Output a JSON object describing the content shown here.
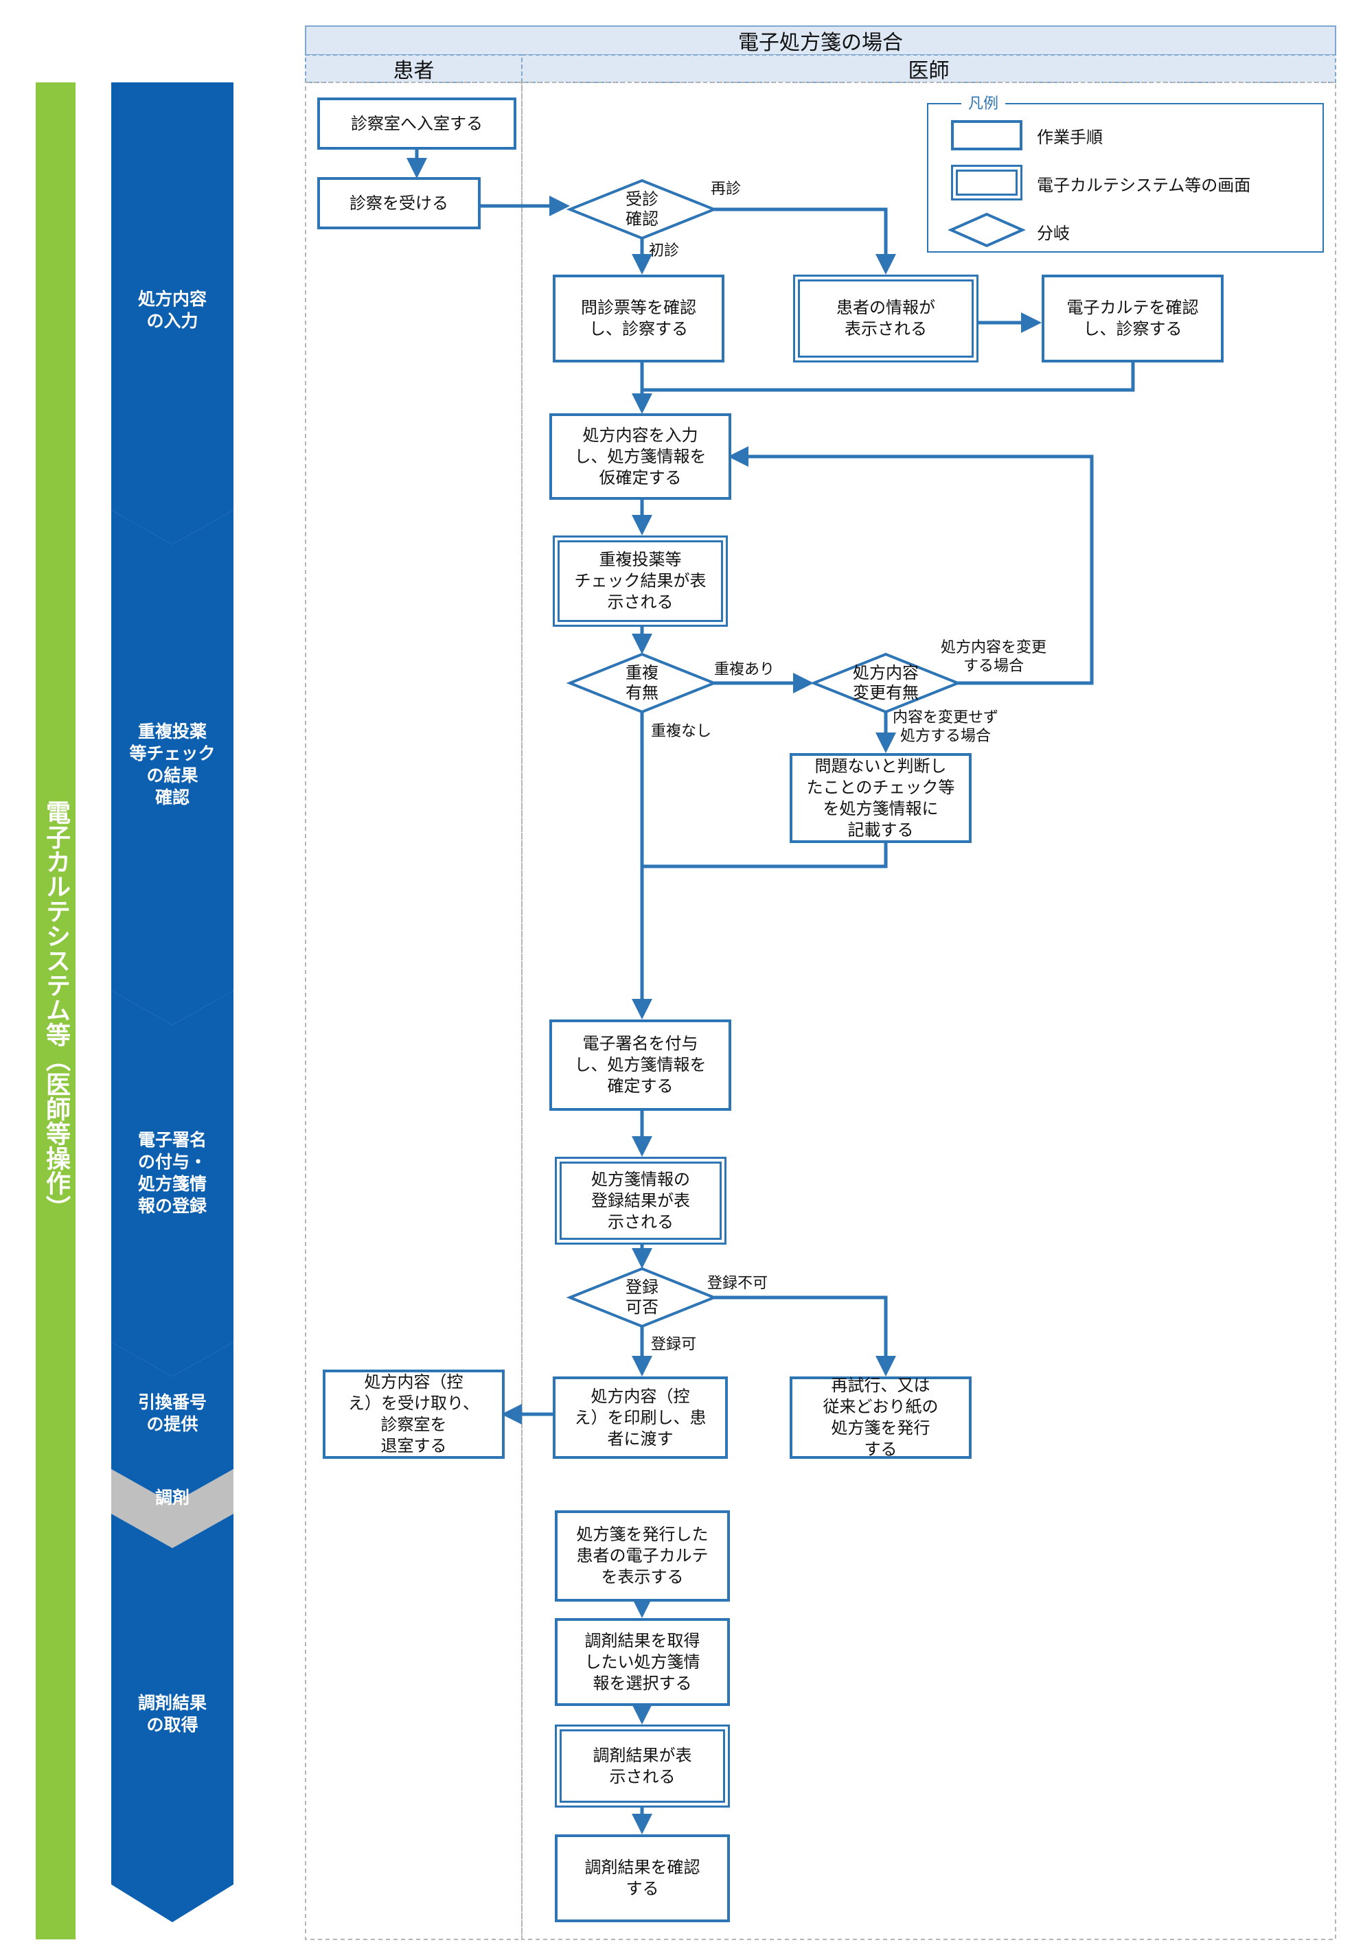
{
  "header": {
    "title": "電子処方箋の場合",
    "lane_patient": "患者",
    "lane_doctor": "医師"
  },
  "system_label": "電子カルテシステム等（医師等操作）",
  "phases": [
    "処方内容\nの入力",
    "重複投薬\n等チェック\nの結果\n確認",
    "電子署名\nの付与・\n処方箋情\n報の登録",
    "引換番号\nの提供",
    "調剤",
    "調剤結果\nの取得"
  ],
  "legend": {
    "title": "凡例",
    "items": [
      "作業手順",
      "電子カルテシステム等の画面",
      "分岐"
    ]
  },
  "nodes": {
    "enter_room": "診察室へ入室する",
    "receive_exam": "診察を受ける",
    "check_questionnaire": "問診票等を確認\nし、診察する",
    "patient_info_shown": "患者の情報が\n表示される",
    "check_emr": "電子カルテを確認\nし、診察する",
    "input_prescription": "処方内容を入力\nし、処方箋情報を\n仮確定する",
    "dup_check_shown": "重複投薬等\nチェック結果が表\n示される",
    "record_no_problem": "問題ないと判断し\nたことのチェック等\nを処方箋情報に\n記載する",
    "sign_confirm": "電子署名を付与\nし、処方箋情報を\n確定する",
    "registration_shown": "処方箋情報の\n登録結果が表\n示される",
    "print_copy": "処方内容（控\nえ）を印刷し、患\n者に渡す",
    "retry_paper": "再試行、又は\n従来どおり紙の\n処方箋を発行\nする",
    "patient_receive_leave": "処方内容（控\nえ）を受け取り、\n診察室を\n退室する",
    "show_emr_issued": "処方箋を発行した\n患者の電子カルテ\nを表示する",
    "select_prescription": "調剤結果を取得\nしたい処方箋情\n報を選択する",
    "dispensing_result_shown": "調剤結果が表\n示される",
    "confirm_dispensing_result": "調剤結果を確認\nする"
  },
  "decisions": {
    "visit_check": "受診\n確認",
    "duplicate": "重複\n有無",
    "change": "処方内容\n変更有無",
    "registration": "登録\n可否"
  },
  "edge_labels": {
    "revisit": "再診",
    "first_visit": "初診",
    "dup_yes": "重複あり",
    "dup_no": "重複なし",
    "change_yes": "処方内容を変更\nする場合",
    "change_no": "内容を変更せず\n処方する場合",
    "reg_no": "登録不可",
    "reg_yes": "登録可"
  },
  "colors": {
    "phase_blue": "#0d5fb0",
    "system_green": "#8dc63f",
    "dispense_gray": "#bfbfbf",
    "node_border": "#2e75b6",
    "header_fill": "#dde8f4"
  }
}
